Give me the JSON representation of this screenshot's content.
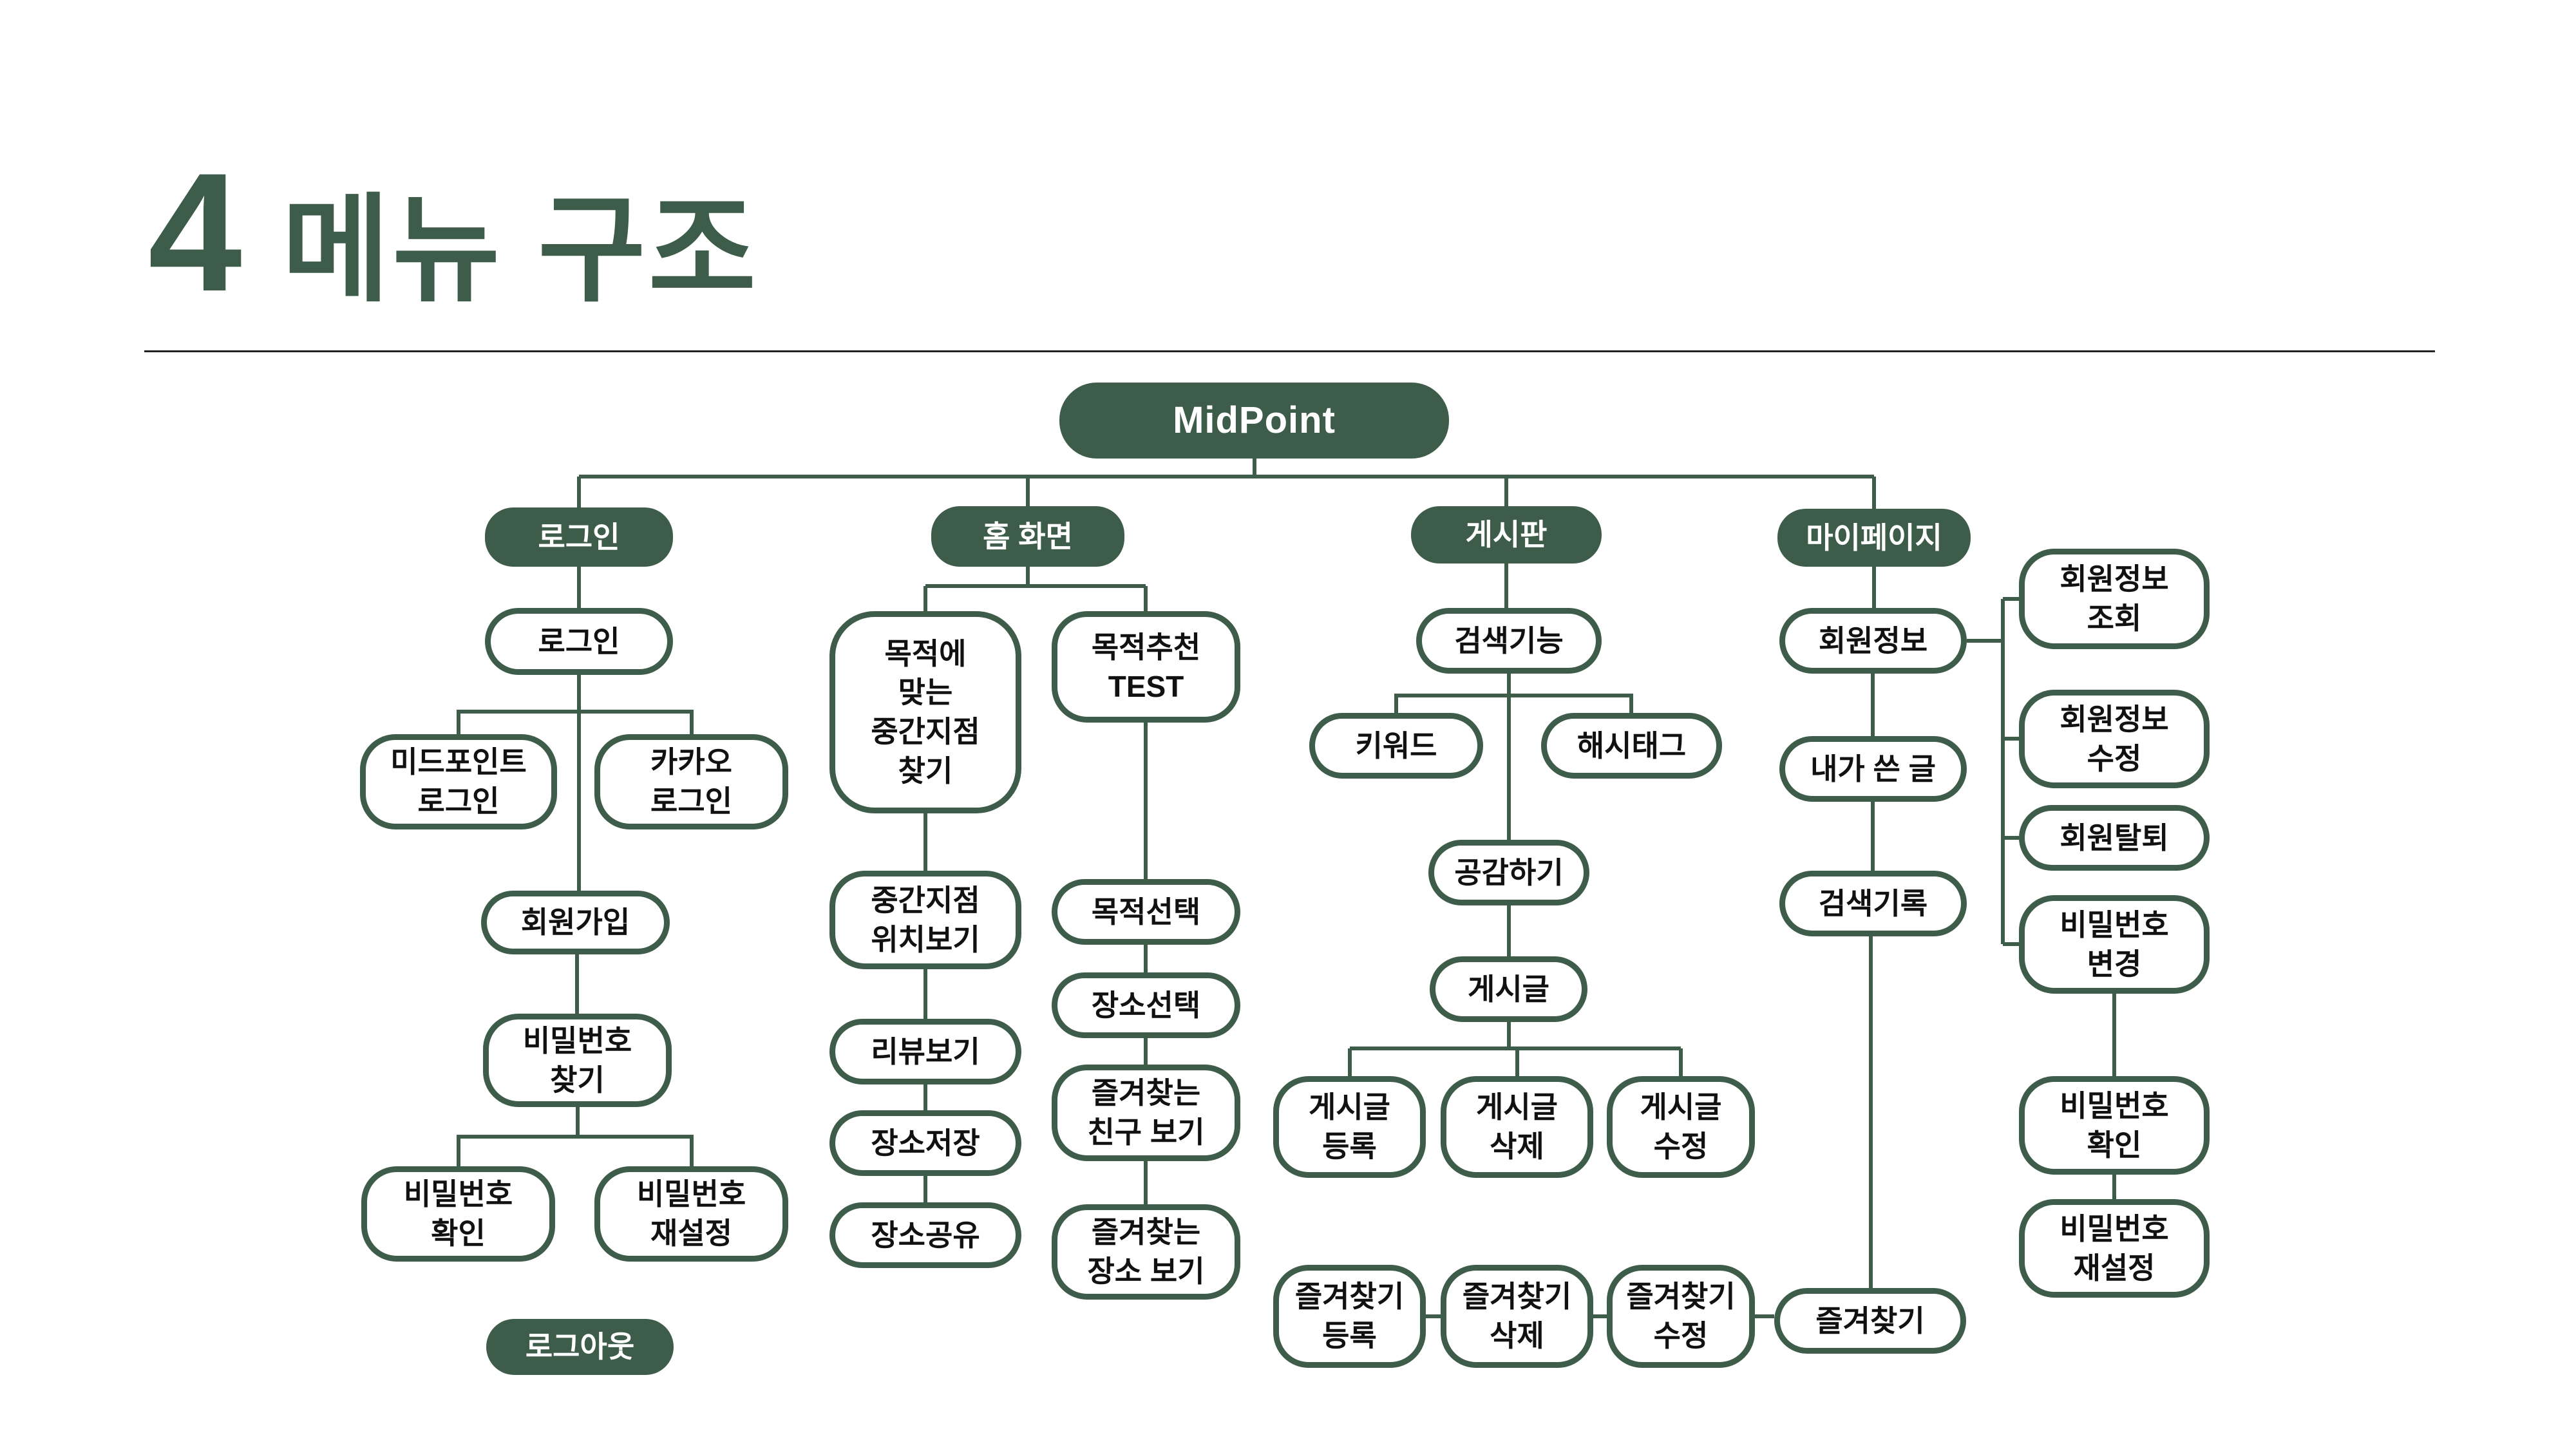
{
  "slide": {
    "section_number": "4",
    "section_title": "메뉴 구조"
  },
  "colors": {
    "brand_green": "#3e5c4a",
    "node_fill": "#ffffff",
    "node_text": "#111111",
    "divider": "#222222"
  },
  "diagram": {
    "root": "MidPoint",
    "headers": {
      "login": "로그인",
      "home": "홈 화면",
      "board": "게시판",
      "mypage": "마이페이지"
    },
    "login": {
      "login": "로그인",
      "midpoint_login": "미드포인트\n로그인",
      "kakao_login": "카카오\n로그인",
      "signup": "회원가입",
      "pw_find": "비밀번호\n찾기",
      "pw_check": "비밀번호\n확인",
      "pw_reset": "비밀번호\n재설정",
      "logout": "로그아웃"
    },
    "home": {
      "purpose_mid": "목적에\n맞는\n중간지점\n찾기",
      "purpose_test": "목적추천\nTEST",
      "mid_location": "중간지점\n위치보기",
      "review": "리뷰보기",
      "place_save": "장소저장",
      "place_share": "장소공유",
      "purpose_select": "목적선택",
      "place_select": "장소선택",
      "fav_friends": "즐겨찾는\n친구 보기",
      "fav_places": "즐겨찾는\n장소 보기"
    },
    "board": {
      "search": "검색기능",
      "keyword": "키워드",
      "hashtag": "해시태그",
      "like": "공감하기",
      "post": "게시글",
      "post_add": "게시글\n등록",
      "post_del": "게시글\n삭제",
      "post_edit": "게시글\n수정",
      "fav_add": "즐겨찾기\n등록",
      "fav_del": "즐겨찾기\n삭제",
      "fav_edit": "즐겨찾기\n수정"
    },
    "mypage": {
      "member_info": "회원정보",
      "my_posts": "내가 쓴 글",
      "search_history": "검색기록",
      "favorites": "즐겨찾기",
      "info_view": "회원정보\n조회",
      "info_edit": "회원정보\n수정",
      "withdraw": "회원탈퇴",
      "pw_change": "비밀번호\n변경",
      "pw_check": "비밀번호\n확인",
      "pw_reset": "비밀번호\n재설정"
    }
  }
}
